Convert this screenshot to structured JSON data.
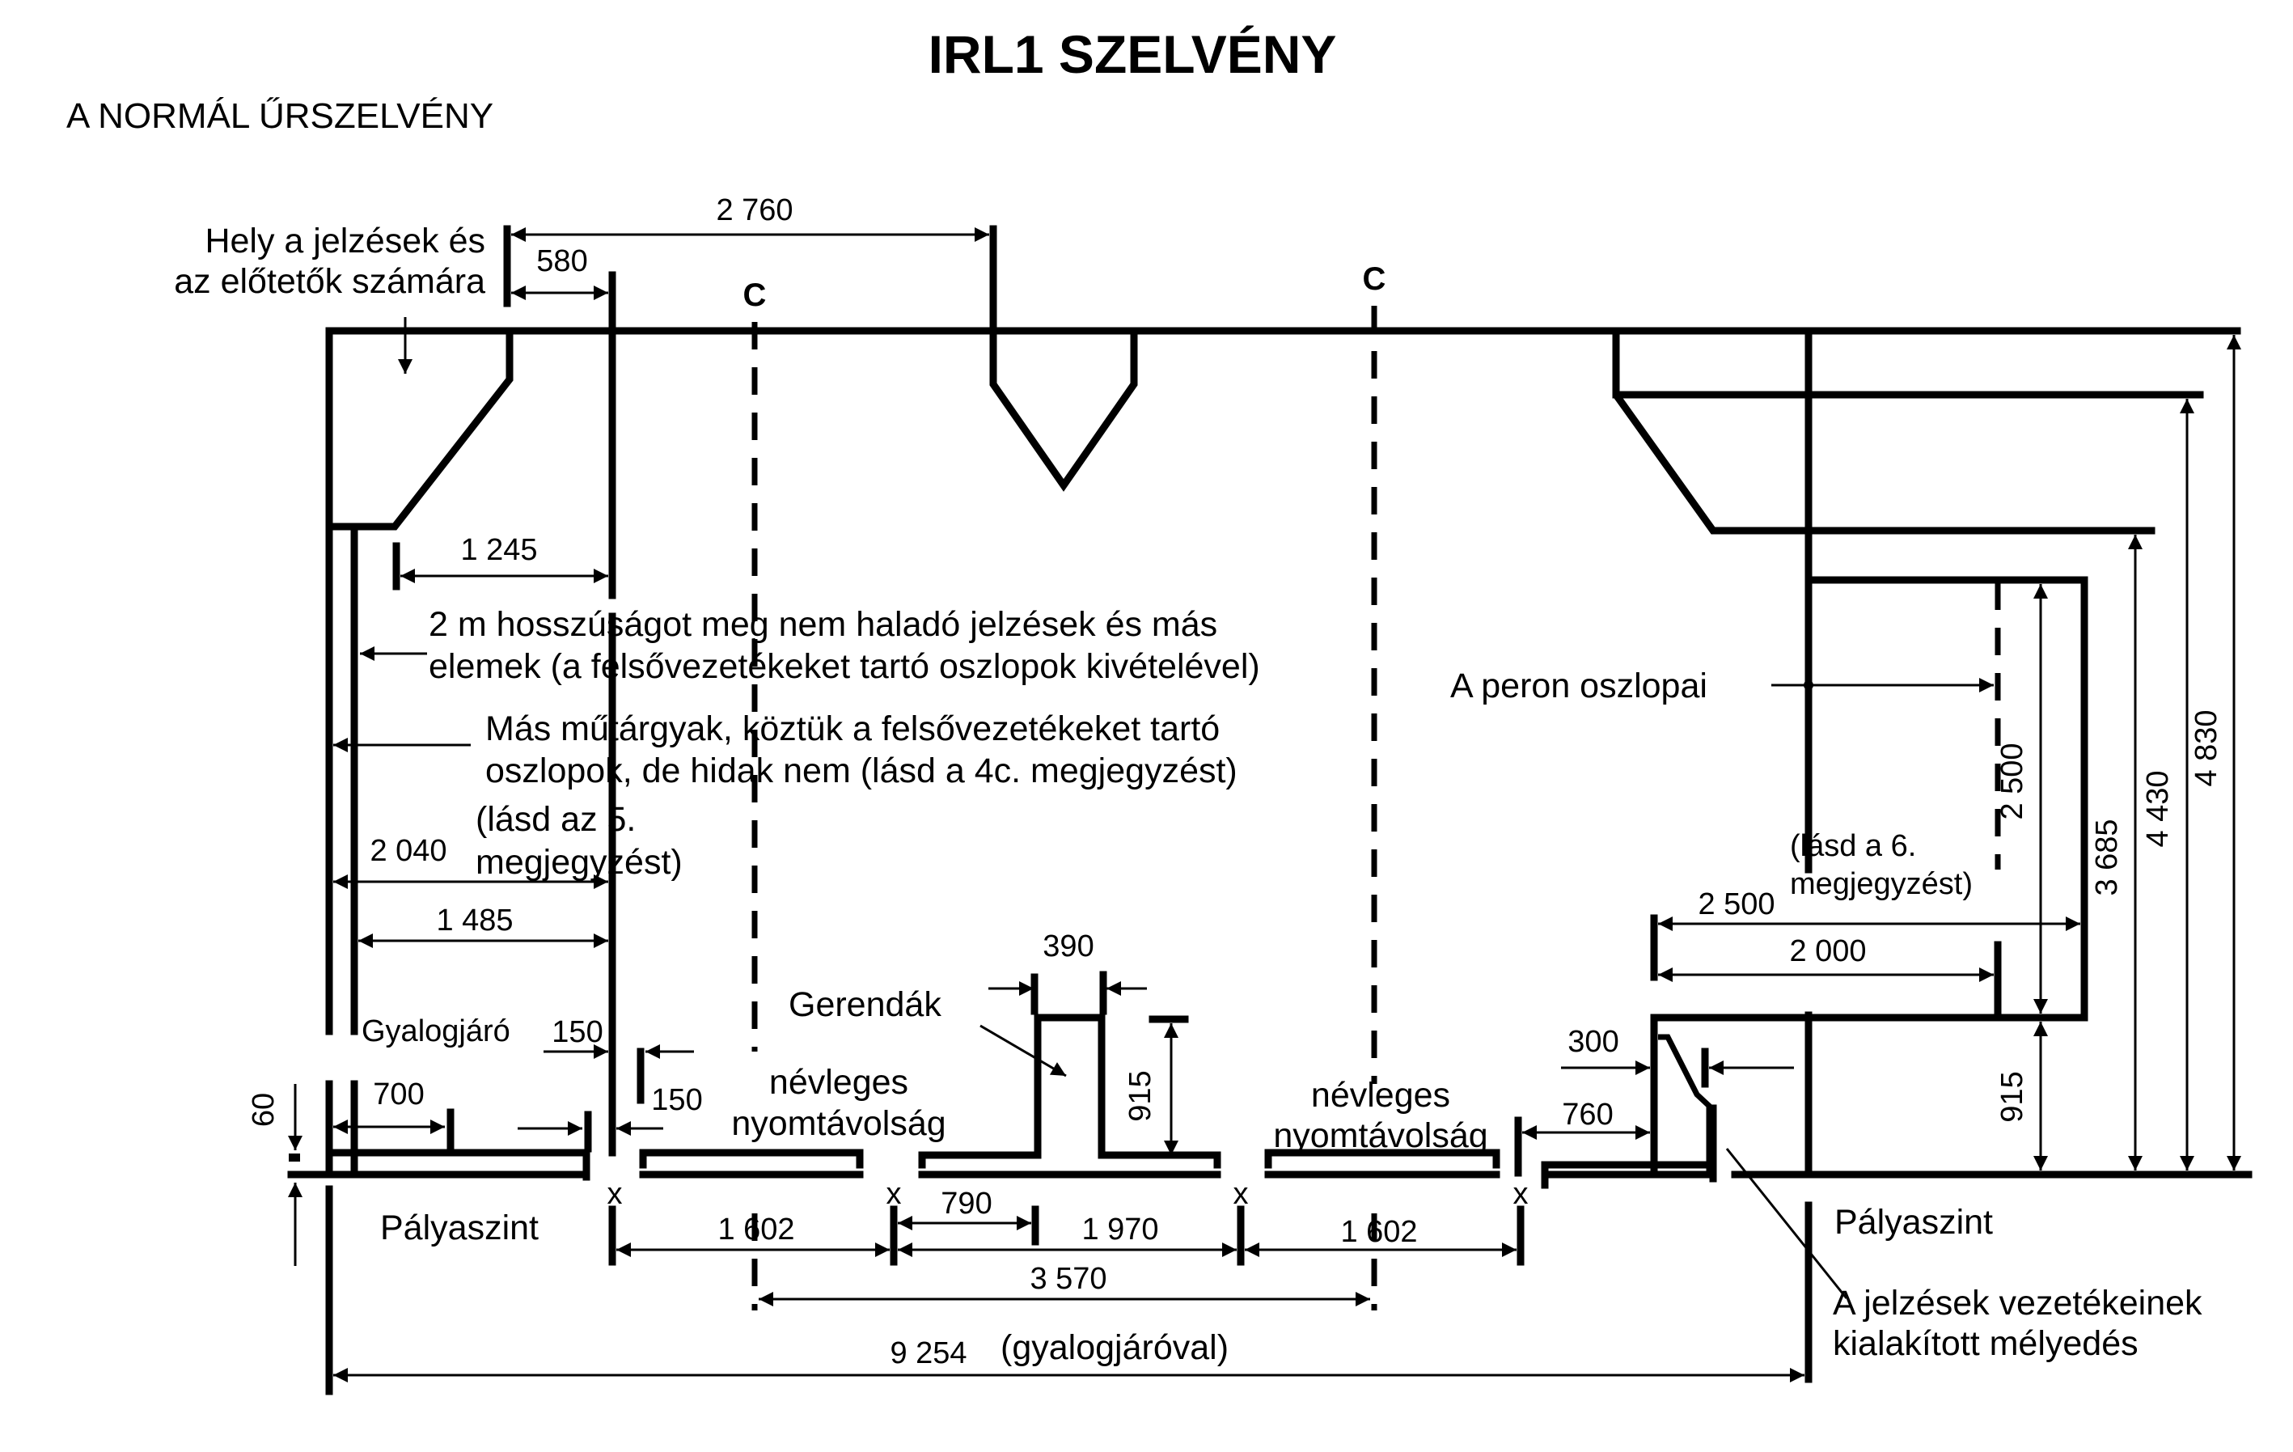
{
  "title": "IRL1 SZELVÉNY",
  "subtitle": "A NORMÁL ŰRSZELVÉNY",
  "centerline_marker": "C",
  "labels": {
    "signal_space_line1": "Hely a jelzések és",
    "signal_space_line2": "az előtetők számára",
    "short_signals_line1": "2 m hosszúságot meg nem haladó jelzések és más",
    "short_signals_line2": "elemek (a felsővezetékeket tartó oszlopok kivételével)",
    "other_structures_line1": "Más műtárgyak, köztük a felsővezetékeket tartó",
    "other_structures_line2": "oszlopok, de hidak nem (lásd a 4c. megjegyzést)",
    "note5_line1": "(lásd az 5.",
    "note5_line2": "megjegyzést)",
    "platform_posts": "A peron oszlopai",
    "note6_line1": "(lásd a 6.",
    "note6_line2": "megjegyzést)",
    "sidewalk": "Gyalogjáró",
    "beams": "Gerendák",
    "nominal_gauge_line1": "névleges",
    "nominal_gauge_line2": "nyomtávolság",
    "track_level": "Pályaszint",
    "cable_recess_line1": "A jelzések vezetékeinek",
    "cable_recess_line2": "kialakított mélyedés",
    "with_sidewalk": "(gyalogjáróval)"
  },
  "dimensions": {
    "d2760": "2 760",
    "d580": "580",
    "d1245": "1 245",
    "d2040": "2 040",
    "d1485": "1 485",
    "d150a": "150",
    "d150b": "150",
    "d700": "700",
    "d60": "60",
    "d390": "390",
    "d915_beam": "915",
    "d300": "300",
    "d760": "760",
    "d2500_h": "2 500",
    "d2000": "2 000",
    "d2500_v": "2 500",
    "d915_platform": "915",
    "d3685": "3 685",
    "d4430": "4 430",
    "d4830": "4 830",
    "d1602_left": "1 602",
    "d790": "790",
    "d1970": "1 970",
    "d1602_right": "1 602",
    "d3570": "3 570",
    "d9254": "9 254"
  }
}
